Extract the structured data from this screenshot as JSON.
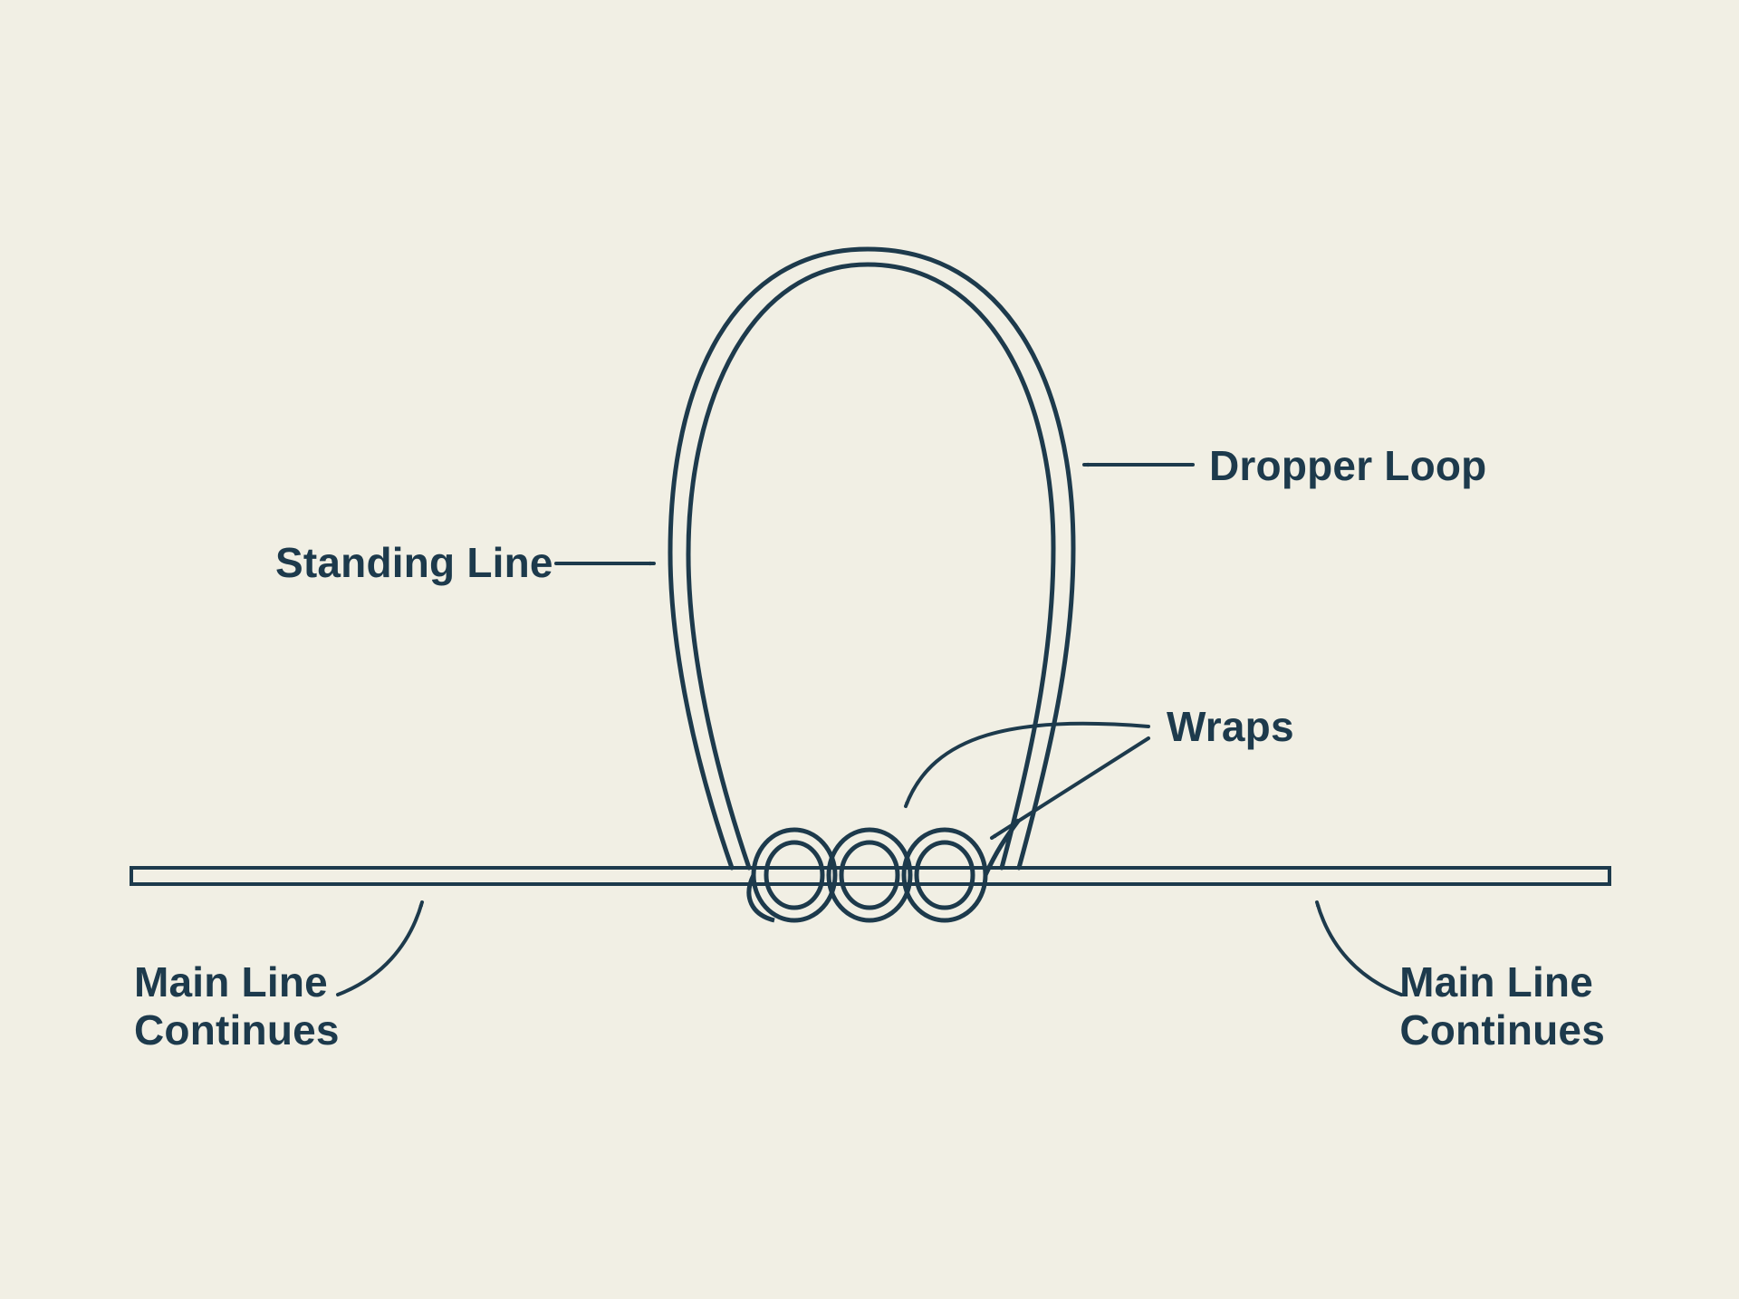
{
  "colors": {
    "background": "#f1efe4",
    "line": "#1d3a4c"
  },
  "labels": {
    "dropper_loop": "Dropper Loop",
    "standing_line": "Standing Line",
    "wraps": "Wraps",
    "main_line_left": [
      "Main Line",
      "Continues"
    ],
    "main_line_right": [
      "Main Line",
      "Continues"
    ]
  }
}
